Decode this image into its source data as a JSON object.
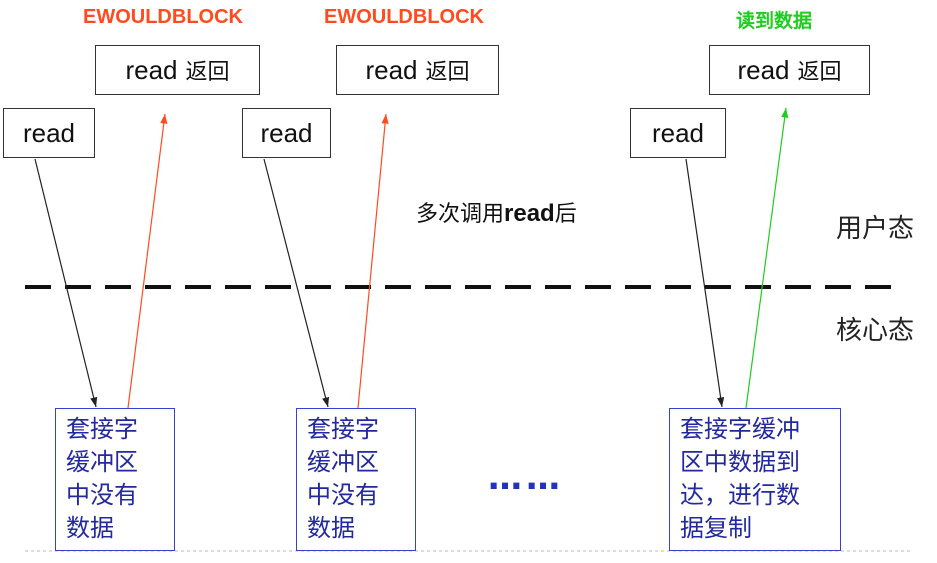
{
  "top_labels": [
    "EWOULDBLOCK",
    "EWOULDBLOCK",
    "读到数据"
  ],
  "return_box": {
    "word": "read",
    "suffix": "返回"
  },
  "call_box": "read",
  "middle_note": {
    "prefix": "多次调用",
    "bold": "read",
    "suffix": "后"
  },
  "zones": {
    "user": "用户态",
    "kernel": "核心态"
  },
  "kernel_boxes": [
    [
      "套接字",
      "缓冲区",
      "中没有",
      "数据"
    ],
    [
      "套接字",
      "缓冲区",
      "中没有",
      "数据"
    ],
    [
      "套接字缓冲",
      "区中数据到",
      "达，进行数",
      "据复制"
    ]
  ],
  "ellipsis": "……",
  "colors": {
    "error": "#ff4b1f",
    "success": "#1fcc1f",
    "kernel_text": "#22289e",
    "kernel_border": "#3344cc"
  }
}
